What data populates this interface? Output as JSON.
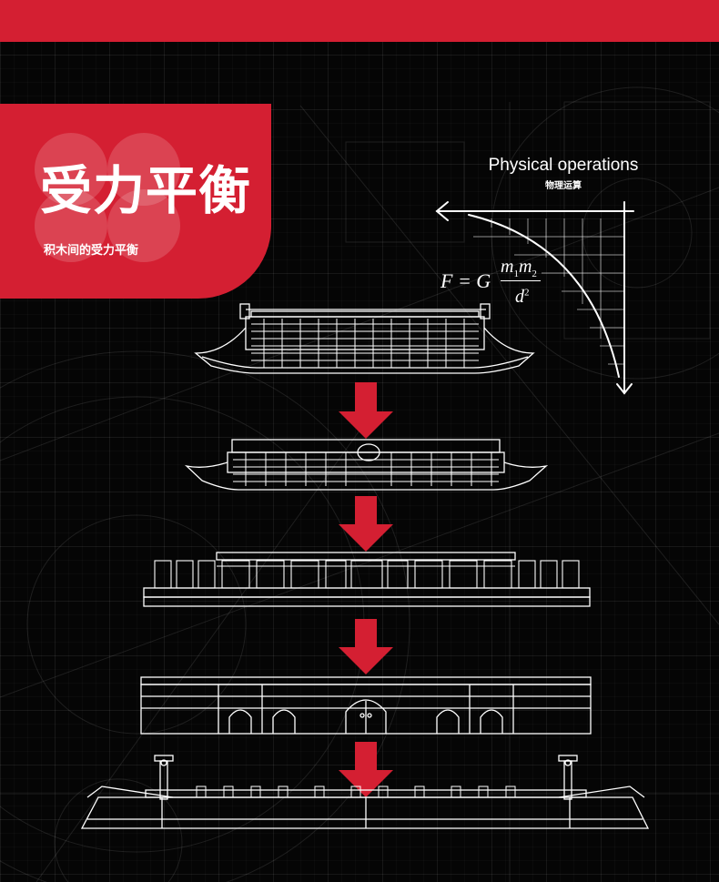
{
  "colors": {
    "accent": "#d41f32",
    "background": "#050505",
    "line": "#ffffff"
  },
  "header": {
    "title": "受力平衡",
    "subtitle": "积木间的受力平衡"
  },
  "physics": {
    "label_en": "Physical operations",
    "label_cn": "物理运算",
    "formula": {
      "lhs": "F = G",
      "m1": "m",
      "m1_sub": "1",
      "m2": "m",
      "m2_sub": "2",
      "den": "d",
      "den_sup": "2"
    }
  },
  "layers": [
    {
      "name": "roof-top",
      "icon": "upper-roof-icon"
    },
    {
      "name": "roof-lower",
      "icon": "lower-roof-icon"
    },
    {
      "name": "colonnade",
      "icon": "colonnade-icon"
    },
    {
      "name": "gate-wall",
      "icon": "gate-wall-icon"
    },
    {
      "name": "base-platform",
      "icon": "base-platform-icon"
    }
  ]
}
